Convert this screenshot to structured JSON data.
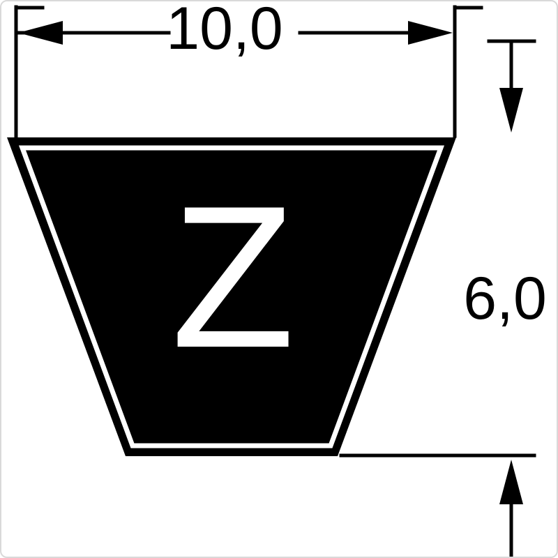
{
  "diagram": {
    "profile_letter": "Z",
    "width_label": "10,0",
    "height_label": "6,0",
    "colors": {
      "ink": "#000000",
      "background": "#ffffff",
      "belt_fill": "#000000",
      "inner_outline": "#ffffff"
    }
  }
}
